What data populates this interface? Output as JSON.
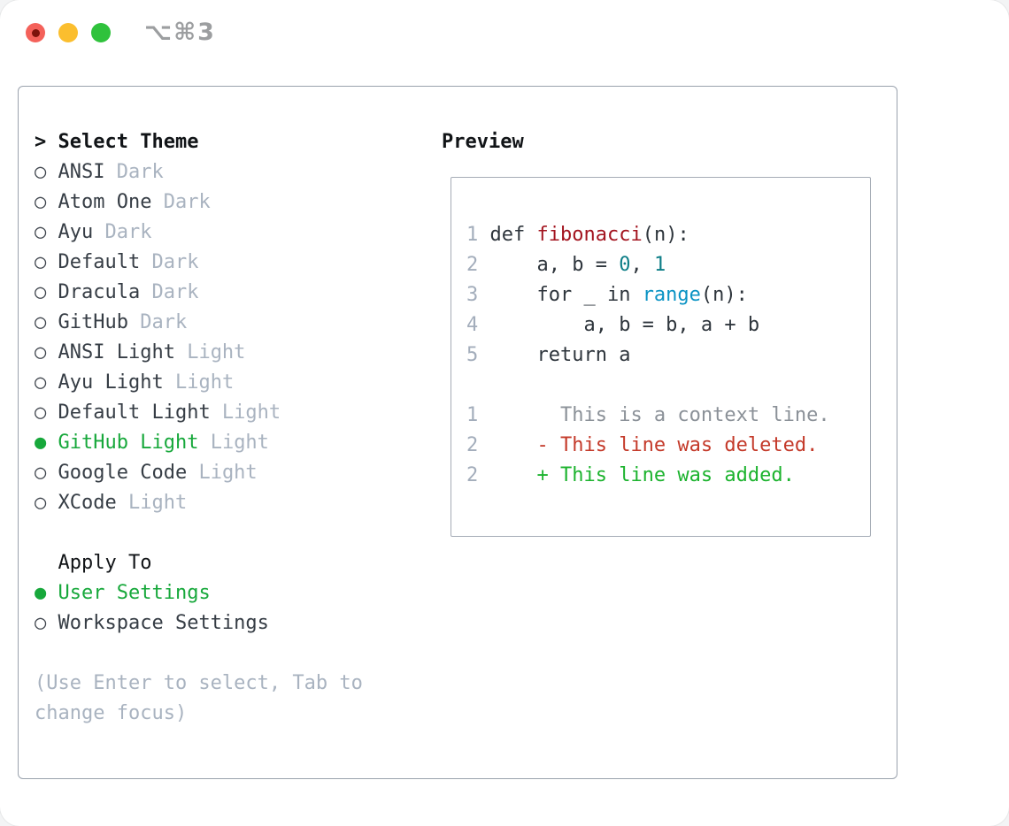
{
  "window": {
    "title": "⌥⌘3",
    "traffic_lights": [
      "close",
      "minimize",
      "zoom"
    ]
  },
  "left": {
    "header": {
      "prompt": ">",
      "label": "Select Theme"
    },
    "themes": [
      {
        "name": "ANSI",
        "variant": "Dark",
        "selected": false
      },
      {
        "name": "Atom One",
        "variant": "Dark",
        "selected": false
      },
      {
        "name": "Ayu",
        "variant": "Dark",
        "selected": false
      },
      {
        "name": "Default",
        "variant": "Dark",
        "selected": false
      },
      {
        "name": "Dracula",
        "variant": "Dark",
        "selected": false
      },
      {
        "name": "GitHub",
        "variant": "Dark",
        "selected": false
      },
      {
        "name": "ANSI Light",
        "variant": "Light",
        "selected": false
      },
      {
        "name": "Ayu Light",
        "variant": "Light",
        "selected": false
      },
      {
        "name": "Default Light",
        "variant": "Light",
        "selected": false
      },
      {
        "name": "GitHub Light",
        "variant": "Light",
        "selected": true
      },
      {
        "name": "Google Code",
        "variant": "Light",
        "selected": false
      },
      {
        "name": "XCode",
        "variant": "Light",
        "selected": false
      }
    ],
    "apply_to": {
      "label": "Apply To",
      "options": [
        {
          "name": "User Settings",
          "selected": true
        },
        {
          "name": "Workspace Settings",
          "selected": false
        }
      ]
    },
    "hint_lines": [
      "(Use Enter to select, Tab to",
      "change focus)"
    ],
    "radio_unselected": "○ ",
    "radio_selected": "● "
  },
  "preview": {
    "title": "Preview",
    "code_lines": [
      {
        "num": "1",
        "segments": [
          {
            "t": "def "
          },
          {
            "t": "fibonacci",
            "c": "func"
          },
          {
            "t": "(n):"
          }
        ]
      },
      {
        "num": "2",
        "segments": [
          {
            "t": "    a, b = "
          },
          {
            "t": "0",
            "c": "num"
          },
          {
            "t": ", "
          },
          {
            "t": "1",
            "c": "num"
          }
        ]
      },
      {
        "num": "3",
        "segments": [
          {
            "t": "    for _ in "
          },
          {
            "t": "range",
            "c": "builtin"
          },
          {
            "t": "(n):"
          }
        ]
      },
      {
        "num": "4",
        "segments": [
          {
            "t": "        a, b = b, a + b"
          }
        ]
      },
      {
        "num": "5",
        "segments": [
          {
            "t": "    return a"
          }
        ]
      }
    ],
    "diff_lines": [
      {
        "num": "1",
        "text": "      This is a context line.",
        "c": "ctx"
      },
      {
        "num": "2",
        "text": "    - This line was deleted.",
        "c": "del"
      },
      {
        "num": "2",
        "text": "    + This line was added.",
        "c": "add"
      }
    ]
  },
  "colors": {
    "traffic_red": "#f4615a",
    "traffic_red_dot": "#7c120b",
    "traffic_yellow": "#fbbe2e",
    "traffic_green": "#2fc23c",
    "title_gray": "#9c9ea0",
    "panel_border": "#9aa2ad",
    "box_border": "#a5acb6",
    "header_text": "#111417",
    "theme_name": "#363d45",
    "variant_tag": "#a9b3c0",
    "marker": "#40464e",
    "selected_green": "#17a83b",
    "hint": "#a9b3c0",
    "line_num": "#a3adbb",
    "code": "#2e353c",
    "func": "#a3141f",
    "number": "#0d7e87",
    "builtin": "#0a93c4",
    "context": "#8b9198",
    "deleted": "#c43a2a",
    "added": "#1cb32e"
  }
}
